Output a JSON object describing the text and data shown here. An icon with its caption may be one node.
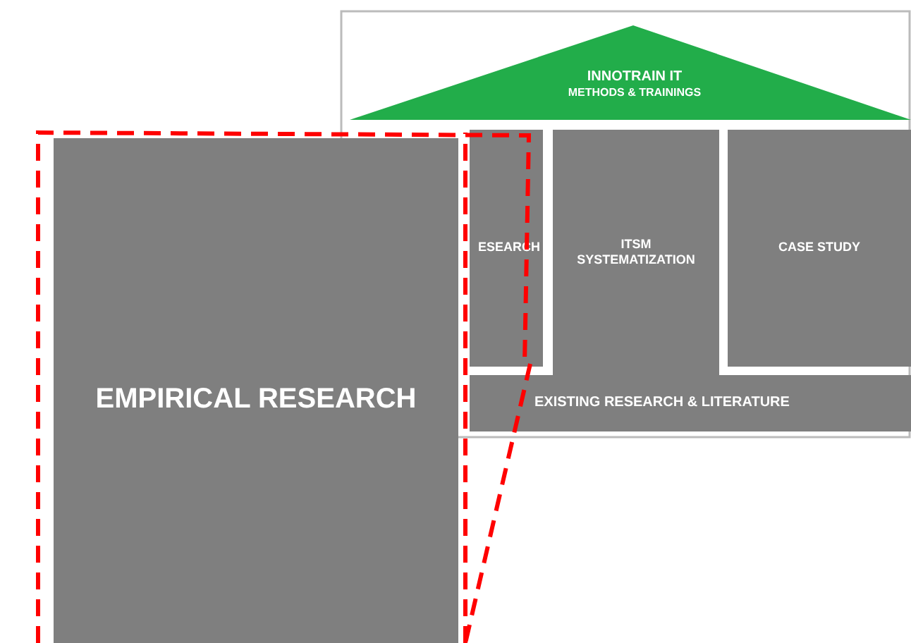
{
  "diagram": {
    "nodes": [
      {
        "text": [
          "INNOTRAIN IT",
          "METHODS & TRAININGS"
        ]
      },
      {
        "text": [
          "ESEARCH"
        ]
      },
      {
        "text": [
          "ITSM SYSTEMATIZATION"
        ]
      },
      {
        "text": [
          "CASE STUDY"
        ]
      },
      {
        "text": [
          "EXISTING RESEARCH & LITERATURE"
        ]
      },
      {
        "text": [
          "EMPIRICAL RESEARCH"
        ]
      }
    ],
    "edges": []
  }
}
